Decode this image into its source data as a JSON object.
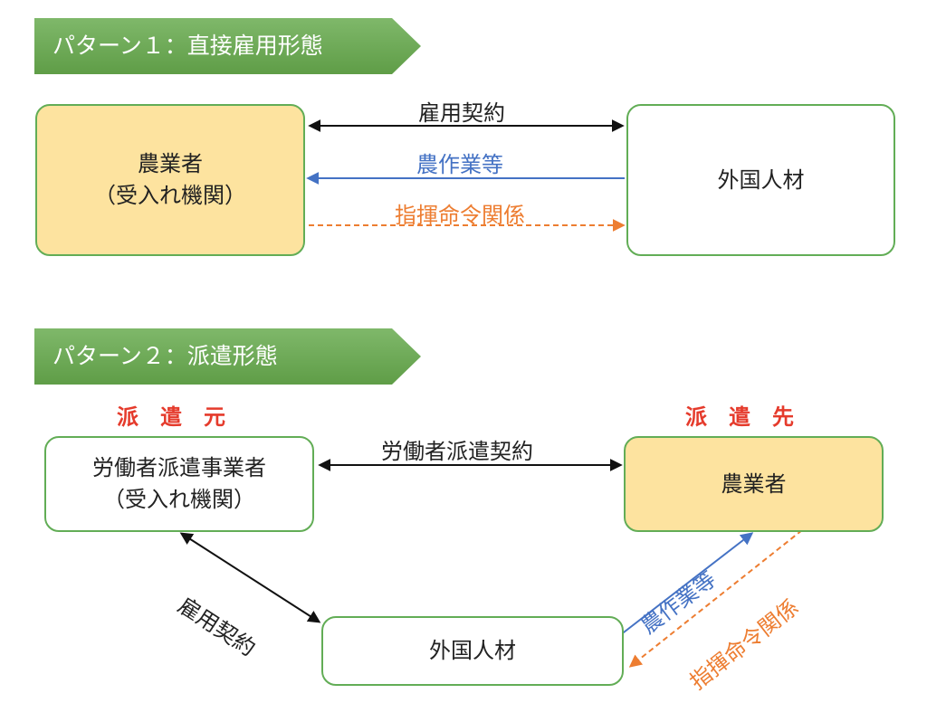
{
  "pattern1": {
    "banner": "パターン１：直接雇用形態",
    "employer_line1": "農業者",
    "employer_line2": "（受入れ機関）",
    "worker": "外国人材",
    "employment_contract": "雇用契約",
    "farm_work": "農作業等",
    "command_relation": "指揮命令関係"
  },
  "pattern2": {
    "banner": "パターン２：派遣形態",
    "source_label": "派　遣　元",
    "destination_label": "派　遣　先",
    "dispatcher_line1": "労働者派遣事業者",
    "dispatcher_line2": "（受入れ機関）",
    "farmer": "農業者",
    "worker": "外国人材",
    "dispatch_contract": "労働者派遣契約",
    "employment_contract": "雇用契約",
    "farm_work": "農作業等",
    "command_relation": "指揮命令関係"
  },
  "colors": {
    "banner_green": "#6aa84f",
    "box_border_green": "#62ad56",
    "farmer_fill": "#fde39f",
    "blue_arrow": "#4472c4",
    "orange_arrow": "#ed7d31",
    "red_text": "#e53b2c"
  }
}
